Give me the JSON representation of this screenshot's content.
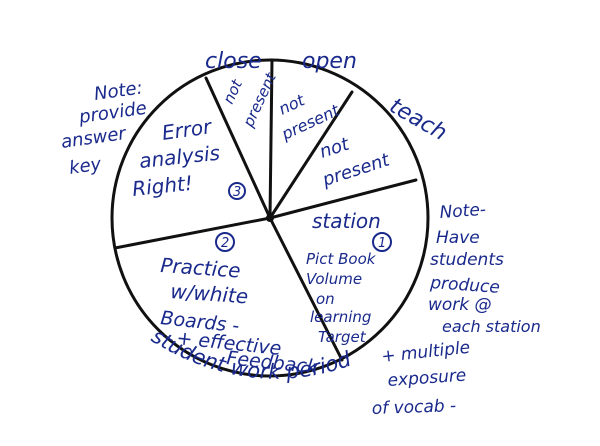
{
  "sections": {
    "close": "close",
    "open": "open",
    "teach": "teach",
    "not_present_1": [
      "not",
      "present"
    ],
    "not_present_2": [
      "not",
      "present"
    ],
    "not_present_3": [
      "not",
      "present"
    ],
    "error_analysis": [
      "Error",
      "analysis",
      "Right!",
      "3"
    ],
    "practice": [
      "2",
      "Practice",
      "w/white",
      "Boards -",
      "+ effective",
      "Feedback"
    ],
    "station": [
      "station",
      "1",
      "Pict Book",
      "Volume",
      "on",
      "learning",
      "Target"
    ]
  },
  "notes": {
    "left": [
      "Note:",
      "provide",
      "answer",
      "key"
    ],
    "right": [
      "Note-",
      "Have",
      "students",
      "produce",
      "work @",
      "each station"
    ],
    "bottom": "student work period",
    "bottom_right": [
      "+ multiple",
      "exposure",
      "of vocab -"
    ]
  },
  "colors": {
    "ink": "#1a2a8c",
    "outline": "#111111"
  }
}
